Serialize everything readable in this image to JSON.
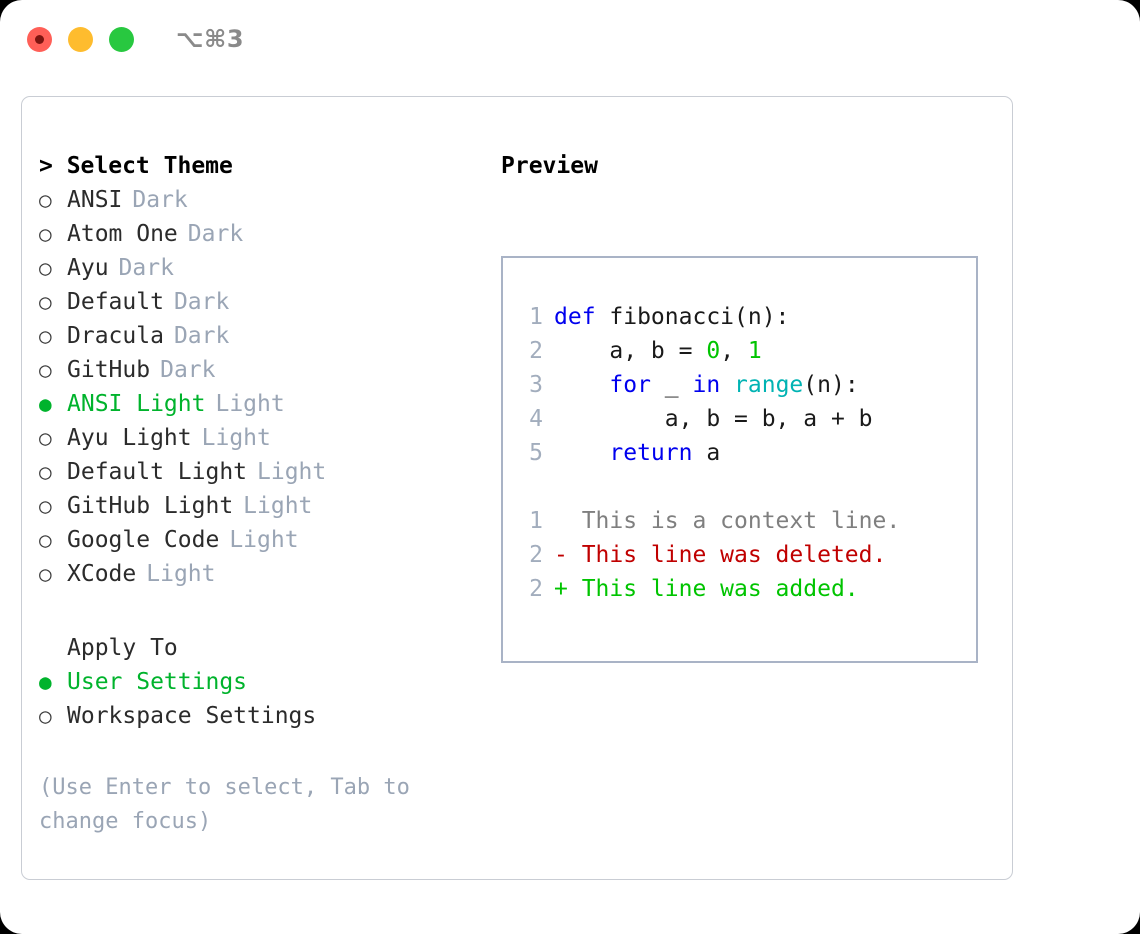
{
  "titlebar": {
    "buttons": [
      {
        "name": "close-button",
        "color": "#ff5f57"
      },
      {
        "name": "minimize-button",
        "color": "#febc2e"
      },
      {
        "name": "maximize-button",
        "color": "#28c840"
      }
    ],
    "shortcut": "⌥⌘3"
  },
  "left": {
    "select_theme_label": "> Select Theme",
    "themes": [
      {
        "marker": "○",
        "name": "ANSI",
        "variant": "Dark",
        "selected": false
      },
      {
        "marker": "○",
        "name": "Atom One",
        "variant": "Dark",
        "selected": false
      },
      {
        "marker": "○",
        "name": "Ayu",
        "variant": "Dark",
        "selected": false
      },
      {
        "marker": "○",
        "name": "Default",
        "variant": "Dark",
        "selected": false
      },
      {
        "marker": "○",
        "name": "Dracula",
        "variant": "Dark",
        "selected": false
      },
      {
        "marker": "○",
        "name": "GitHub",
        "variant": "Dark",
        "selected": false
      },
      {
        "marker": "●",
        "name": "ANSI Light",
        "variant": "Light",
        "selected": true
      },
      {
        "marker": "○",
        "name": "Ayu Light",
        "variant": "Light",
        "selected": false
      },
      {
        "marker": "○",
        "name": "Default Light",
        "variant": "Light",
        "selected": false
      },
      {
        "marker": "○",
        "name": "GitHub Light",
        "variant": "Light",
        "selected": false
      },
      {
        "marker": "○",
        "name": "Google Code",
        "variant": "Light",
        "selected": false
      },
      {
        "marker": "○",
        "name": "XCode",
        "variant": "Light",
        "selected": false
      }
    ],
    "apply_to_label": "Apply To",
    "apply_options": [
      {
        "marker": "●",
        "name": "User Settings",
        "selected": true
      },
      {
        "marker": "○",
        "name": "Workspace Settings",
        "selected": false
      }
    ],
    "hint": "(Use Enter to select, Tab to change focus)"
  },
  "right": {
    "preview_label": "Preview",
    "code_lines": [
      {
        "no": "1",
        "tokens": [
          {
            "t": "def ",
            "c": "kw"
          },
          {
            "t": "fibonacci(n):",
            "c": "txt"
          }
        ]
      },
      {
        "no": "2",
        "tokens": [
          {
            "t": "    a, b = ",
            "c": "txt"
          },
          {
            "t": "0",
            "c": "num"
          },
          {
            "t": ", ",
            "c": "txt"
          },
          {
            "t": "1",
            "c": "num"
          }
        ]
      },
      {
        "no": "3",
        "tokens": [
          {
            "t": "    ",
            "c": "txt"
          },
          {
            "t": "for",
            "c": "kw"
          },
          {
            "t": " _ ",
            "c": "txt"
          },
          {
            "t": "in",
            "c": "kw"
          },
          {
            "t": " ",
            "c": "txt"
          },
          {
            "t": "range",
            "c": "fn"
          },
          {
            "t": "(n):",
            "c": "txt"
          }
        ]
      },
      {
        "no": "4",
        "tokens": [
          {
            "t": "        a, b = b, a + b",
            "c": "txt"
          }
        ]
      },
      {
        "no": "5",
        "tokens": [
          {
            "t": "    ",
            "c": "txt"
          },
          {
            "t": "return",
            "c": "kw"
          },
          {
            "t": " a",
            "c": "txt"
          }
        ]
      }
    ],
    "diff_lines": [
      {
        "no": "1",
        "text": "  This is a context line.",
        "kind": "ctx"
      },
      {
        "no": "2",
        "text": "- This line was deleted.",
        "kind": "del"
      },
      {
        "no": "2",
        "text": "+ This line was added.",
        "kind": "add"
      }
    ]
  },
  "colors": {
    "accent_green": "#00b32c",
    "muted": "#9aa5b5",
    "keyword": "#0000ee",
    "function": "#00b3b3",
    "number": "#00c400",
    "diff_deleted": "#c00000",
    "diff_added": "#00c400",
    "panel_border": "#a9b3c6"
  }
}
